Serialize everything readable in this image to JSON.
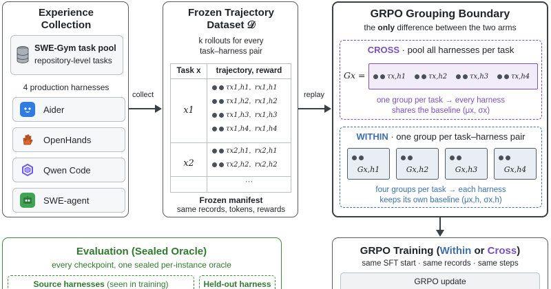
{
  "experience": {
    "title_line1": "Experience",
    "title_line2": "Collection",
    "pool_title": "SWE-Gym task pool",
    "pool_subtitle": "repository-level tasks",
    "harness_count_label": "4 production harnesses",
    "harnesses": [
      {
        "name": "Aider",
        "icon": "aider-icon",
        "color": "#2f7de1"
      },
      {
        "name": "OpenHands",
        "icon": "openhands-icon",
        "color": "#e0662b"
      },
      {
        "name": "Qwen Code",
        "icon": "qwen-icon",
        "color": "#6b5ce7"
      },
      {
        "name": "SWE-agent",
        "icon": "swe-agent-icon",
        "color": "#3fa552"
      }
    ]
  },
  "arrows": {
    "collect": "collect",
    "replay": "replay"
  },
  "frozen": {
    "title_line1": "Frozen Trajectory",
    "title_line2": "Dataset 𝒟",
    "subtitle_line1": "k rollouts for every",
    "subtitle_line2": "task–harness pair",
    "col_task": "Task x",
    "col_traj": "trajectory, reward",
    "task1": "x1",
    "task2": "x2",
    "rows_x1": [
      {
        "tau": "τx1,h1",
        "r": "rx1,h1"
      },
      {
        "tau": "τx1,h2",
        "r": "rx1,h2"
      },
      {
        "tau": "τx1,h3",
        "r": "rx1,h3"
      },
      {
        "tau": "τx1,h4",
        "r": "rx1,h4"
      }
    ],
    "rows_x2": [
      {
        "tau": "τx2,h1",
        "r": "rx2,h1"
      },
      {
        "tau": "τx2,h2",
        "r": "rx2,h2"
      }
    ],
    "ellipsis": "···",
    "manifest_title": "Frozen manifest",
    "manifest_sub": "same records, tokens, rewards"
  },
  "grpo": {
    "title": "GRPO Grouping Boundary",
    "subtitle_pre": "the ",
    "subtitle_bold": "only",
    "subtitle_post": " difference between the two arms",
    "cross_label": "CROSS",
    "cross_desc": " · pool all harnesses per task",
    "gx_label": "Gx =",
    "cross_members": [
      "τx,h1",
      "τx,h2",
      "τx,h3",
      "τx,h4"
    ],
    "cross_note_line1": "one group per task → every harness",
    "cross_note_line2": "shares the baseline (μx, σx)",
    "within_label": "WITHIN",
    "within_desc": " · one group per task–harness pair",
    "within_groups": [
      "Gx,h1",
      "Gx,h2",
      "Gx,h3",
      "Gx,h4"
    ],
    "within_note_line1": "four groups per task → each harness",
    "within_note_line2": "keeps its own baseline (μx,h, σx,h)",
    "cross_color": "#7a4fbf",
    "within_color": "#3e6fa8"
  },
  "evaluation": {
    "title": "Evaluation (Sealed Oracle)",
    "subtitle": "every checkpoint, one sealed per-instance oracle",
    "source_label_bold": "Source harnesses",
    "source_label_rest": " (seen in training)",
    "heldout_label": "Held-out harness",
    "accent": "#3c8a3c"
  },
  "training": {
    "title_pre": "GRPO Training (",
    "title_within": "Within",
    "title_mid": " or ",
    "title_cross": "Cross",
    "title_post": ")",
    "subtitle": "same SFT start · same records · same steps",
    "update_label": "GRPO update"
  }
}
